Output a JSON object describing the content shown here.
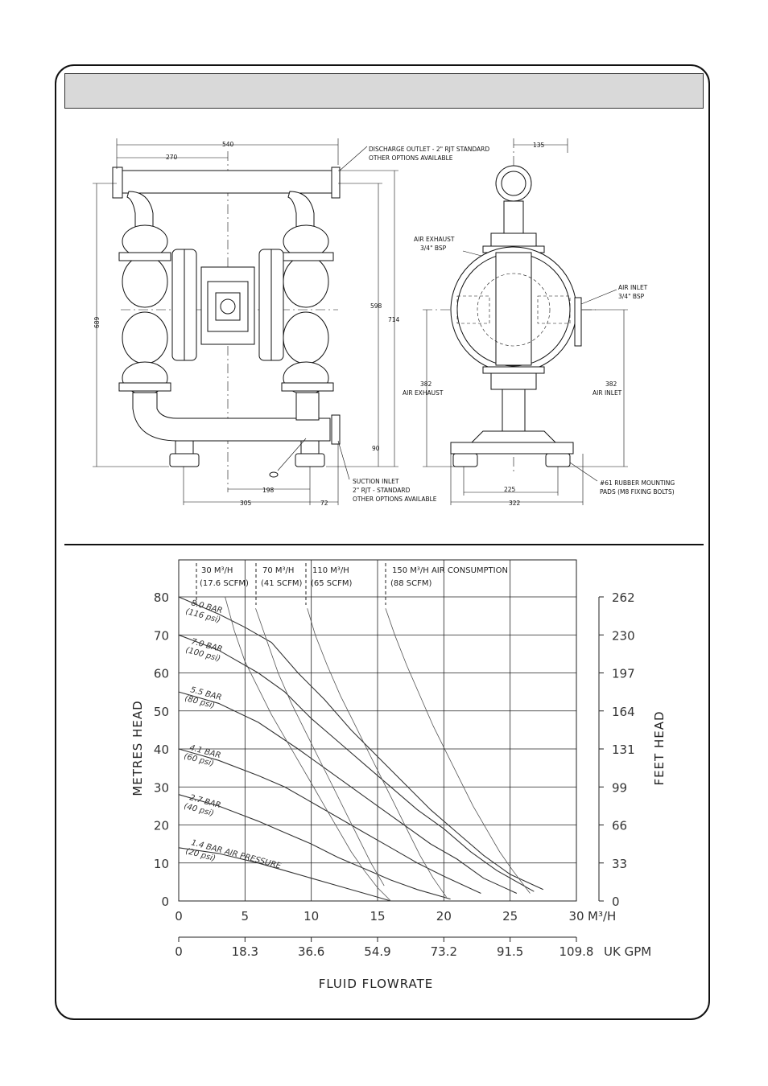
{
  "drawing": {
    "front_dims": {
      "overall_width": "540",
      "half_width": "270",
      "height_overall": "689",
      "height_714": "714",
      "height_598": "598",
      "bottom_90": "90",
      "bottom_198": "198",
      "bottom_305": "305",
      "bottom_72": "72"
    },
    "side_dims": {
      "top_135": "135",
      "left_382": "382",
      "left_air_exhaust": "AIR EXHAUST",
      "right_382": "382",
      "right_air_inlet": "AIR INLET",
      "bottom_225": "225",
      "bottom_322": "322"
    },
    "notes": {
      "discharge_1": "DISCHARGE OUTLET - 2\" RJT STANDARD",
      "discharge_2": "OTHER OPTIONS AVAILABLE",
      "suction_1": "SUCTION INLET",
      "suction_2": "2\" RJT - STANDARD",
      "suction_3": "OTHER OPTIONS AVAILABLE",
      "air_exhaust_1": "AIR EXHAUST",
      "air_exhaust_2": "3/4\" BSP",
      "air_inlet_1": "AIR INLET",
      "air_inlet_2": "3/4\" BSP",
      "pads_1": "#61 RUBBER MOUNTING",
      "pads_2": "PADS (M8 FIXING BOLTS)"
    }
  },
  "chart_data": {
    "type": "line",
    "xlabel": "FLUID FLOWRATE",
    "x_unit": "M³/H",
    "x2_unit": "UK GPM",
    "ylabel": "METRES HEAD",
    "y2label": "FEET HEAD",
    "xlim": [
      0,
      30
    ],
    "ylim": [
      0,
      80
    ],
    "x_ticks": [
      "0",
      "5",
      "10",
      "15",
      "20",
      "25",
      "30"
    ],
    "x2_ticks": [
      "0",
      "18.3",
      "36.6",
      "54.9",
      "73.2",
      "91.5",
      "109.8"
    ],
    "y_ticks": [
      "0",
      "10",
      "20",
      "30",
      "40",
      "50",
      "60",
      "70",
      "80"
    ],
    "y2_ticks": [
      "0",
      "33",
      "66",
      "99",
      "131",
      "164",
      "197",
      "230",
      "262"
    ],
    "grid": true,
    "pressure_series": [
      {
        "name": "8.0 BAR",
        "sub": "(116 psi)",
        "x": [
          0,
          3,
          5,
          7,
          9,
          11,
          13,
          15,
          17,
          19,
          21,
          23,
          25,
          27.5
        ],
        "y": [
          80,
          75.5,
          72,
          68,
          60,
          53,
          45,
          38,
          31,
          24,
          18,
          12,
          7,
          3
        ]
      },
      {
        "name": "7.0 BAR",
        "sub": "(100 psi)",
        "x": [
          0,
          3,
          6,
          8,
          10,
          12,
          14,
          16,
          18,
          20,
          22,
          24,
          26.8
        ],
        "y": [
          70,
          66,
          60,
          55,
          48,
          42,
          36,
          30,
          24,
          19,
          13,
          8,
          2.5
        ]
      },
      {
        "name": "5.5 BAR",
        "sub": "(80 psi)",
        "x": [
          0,
          3,
          6,
          9,
          11,
          13,
          15,
          17,
          19,
          21,
          23,
          25.5
        ],
        "y": [
          55,
          52,
          47,
          40,
          35,
          30,
          25,
          20,
          15,
          11,
          6,
          2
        ]
      },
      {
        "name": "4.1 BAR",
        "sub": "(60 psi)",
        "x": [
          0,
          3,
          6,
          8,
          10,
          12,
          14,
          16,
          18,
          20,
          22.8
        ],
        "y": [
          40,
          37,
          33,
          30,
          26,
          22,
          18,
          14,
          10,
          6.5,
          2
        ]
      },
      {
        "name": "2.7 BAR",
        "sub": "(40 psi)",
        "x": [
          0,
          3,
          6,
          8,
          10,
          12,
          14,
          16,
          18,
          20.5
        ],
        "y": [
          28,
          25,
          21,
          18,
          15,
          11.5,
          8.5,
          5.5,
          3,
          0.5
        ]
      },
      {
        "name": "1.4 BAR AIR PRESSURE",
        "sub": "(20 psi)",
        "x": [
          0,
          3,
          6,
          8,
          10,
          12,
          14,
          16
        ],
        "y": [
          14,
          12.5,
          10,
          8,
          6,
          4,
          2,
          0
        ]
      }
    ],
    "air_series": [
      {
        "name": "30 M³/H",
        "sub": "(17.6 SCFM)",
        "x": [
          3.5,
          4.2,
          5,
          6,
          7,
          8,
          9,
          10,
          11,
          12,
          13,
          14,
          15,
          16
        ],
        "y": [
          80,
          71,
          63,
          56,
          49,
          43,
          37,
          31,
          25,
          19,
          13,
          8,
          3.5,
          0
        ]
      },
      {
        "name": "70 M³/H",
        "sub": "(41 SCFM)",
        "x": [
          5.8,
          6.5,
          7.5,
          8.5,
          9.5,
          10.5,
          11.5,
          12.5,
          13.5,
          14.5,
          15.5
        ],
        "y": [
          77,
          70,
          60,
          52,
          45,
          38,
          31,
          24,
          17,
          10,
          4
        ]
      },
      {
        "name": "110 M³/H",
        "sub": "(65 SCFM)",
        "x": [
          9.7,
          10.3,
          11.2,
          12.2,
          13.2,
          14.2,
          15.2,
          16.2,
          17.2,
          18.2,
          19.2,
          20.2
        ],
        "y": [
          77,
          70,
          62,
          54,
          47,
          40,
          33,
          26,
          19,
          12,
          6,
          1
        ]
      },
      {
        "name": "150 M³/H AIR CONSUMPTION",
        "sub": "(88 SCFM)",
        "x": [
          15.6,
          16.3,
          17.2,
          18.2,
          19.2,
          20.2,
          21.2,
          22.2,
          23.2,
          24.2,
          25.2,
          26.5
        ],
        "y": [
          77,
          70,
          62,
          54,
          46,
          39,
          32,
          25,
          19,
          13,
          8,
          2
        ]
      }
    ]
  }
}
